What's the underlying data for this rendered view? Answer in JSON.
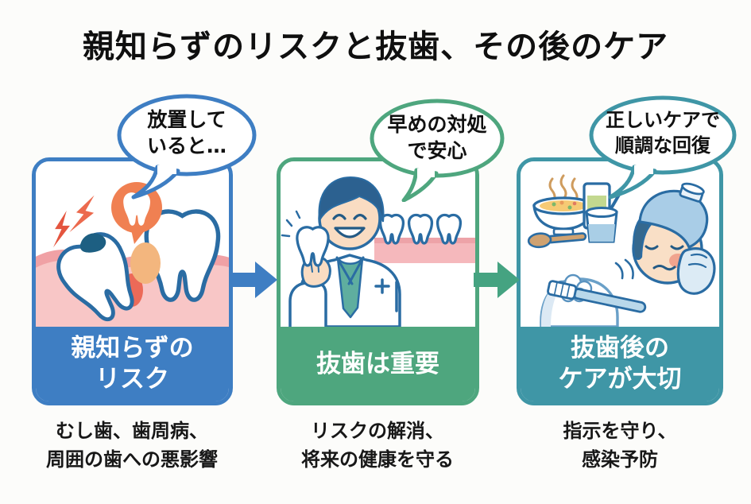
{
  "title": "親知らずのリスクと抜歯、その後のケア",
  "colors": {
    "background": "#fcfcfa",
    "step1_accent": "#3e7ec3",
    "step2_accent": "#4ea67e",
    "step3_accent": "#3f96a6",
    "arrow1": "#3e7ec3",
    "arrow2": "#45a381",
    "illustration_outline": "#2a6ca3",
    "gum_pink": "#f8c6c6",
    "pain_red": "#e4553f",
    "alert_orange": "#f08052",
    "skin": "#f9dcc2",
    "shirt_teal": "#5fae9f",
    "ice_pack_blue": "#a9cde7",
    "label_text": "#ffffff",
    "body_text": "#171717"
  },
  "steps": [
    {
      "bubble": {
        "line1": "放置して",
        "line2": "いると…"
      },
      "label": {
        "line1": "親知らずの",
        "line2": "リスク"
      },
      "caption": {
        "line1": "むし歯、歯周病、",
        "line2": "周囲の歯への悪影響"
      },
      "illustration": "impacted-wisdom-tooth-with-pain",
      "icons": [
        "cavity-tooth-icon",
        "pain-lightning-icon",
        "tooth-alert-badge-icon",
        "gum-icon"
      ]
    },
    {
      "bubble": {
        "line1": "早めの対処",
        "line2": "で安心"
      },
      "label": {
        "line1": "抜歯は重要",
        "line2": ""
      },
      "caption": {
        "line1": "リスクの解消、",
        "line2": "将来の健康を守る"
      },
      "illustration": "dentist-holding-extracted-tooth",
      "icons": [
        "dentist-icon",
        "tooth-icon",
        "healthy-teeth-row-icon",
        "medical-cross-icon"
      ]
    },
    {
      "bubble": {
        "line1": "正しいケアで",
        "line2": "順調な回復"
      },
      "label": {
        "line1": "抜歯後の",
        "line2": "ケアが大切"
      },
      "caption": {
        "line1": "指示を守り、",
        "line2": "感染予防"
      },
      "illustration": "post-extraction-care",
      "icons": [
        "soup-bowl-icon",
        "drink-glass-icon",
        "yogurt-cup-icon",
        "wooden-spoon-icon",
        "ice-pack-patient-icon",
        "toothbrush-icon"
      ]
    }
  ],
  "arrows": [
    {
      "direction": "right",
      "color": "#3e7ec3"
    },
    {
      "direction": "right",
      "color": "#45a381"
    }
  ]
}
